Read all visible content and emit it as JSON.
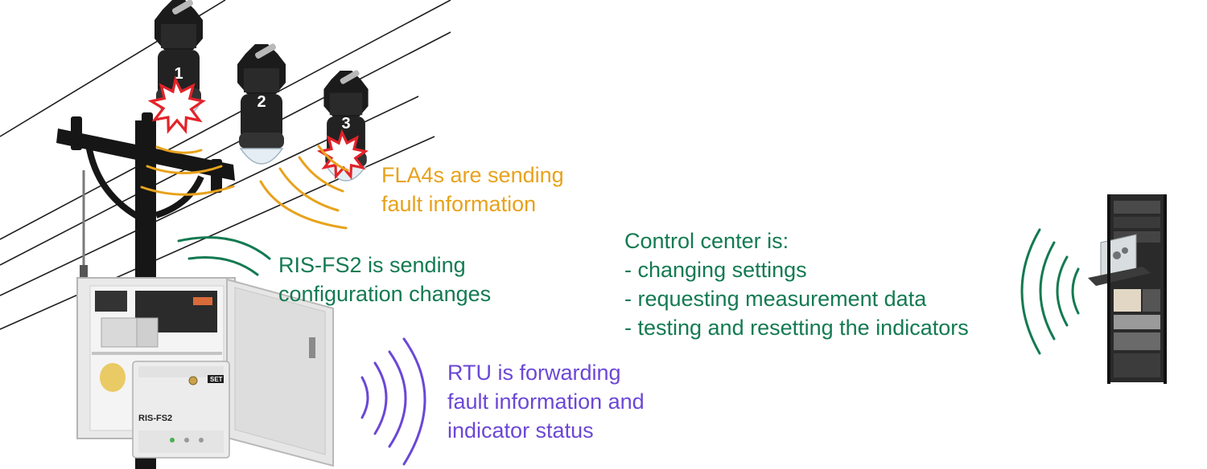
{
  "indicators": [
    {
      "number": "1",
      "fault": true
    },
    {
      "number": "2",
      "fault": false
    },
    {
      "number": "3",
      "fault": true
    }
  ],
  "device": {
    "model": "RIS-FS2",
    "brand_logo": "SET"
  },
  "labels": {
    "fla": {
      "line1": "FLA4s are sending",
      "line2": "fault information"
    },
    "risfs2": {
      "line1": "RIS-FS2 is sending",
      "line2": "configuration changes"
    },
    "rtu": {
      "line1": "RTU is forwarding",
      "line2": "fault information and",
      "line3": "indicator status"
    },
    "control": {
      "title": "Control center is:",
      "items": [
        "- changing settings",
        "- requesting measurement data",
        "- testing and resetting the indicators"
      ]
    }
  },
  "colors": {
    "fla_orange": "#e8a21c",
    "control_green": "#137a52",
    "rtu_purple": "#6b47d6",
    "fault_red": "#e32229"
  },
  "icons": [
    "utility-pole-icon",
    "fault-indicator-icon",
    "fault-flash-icon",
    "cabinet-icon",
    "antenna-icon",
    "server-rack-icon",
    "radio-wave-icon"
  ]
}
